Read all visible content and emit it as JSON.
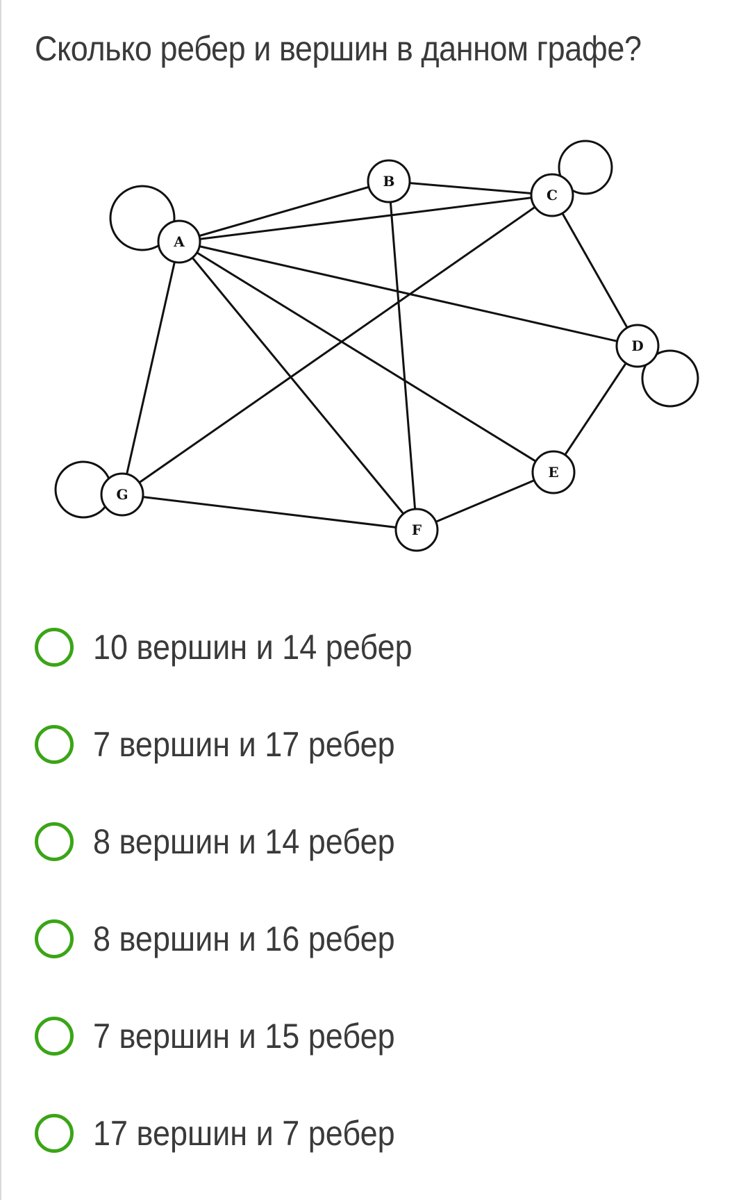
{
  "question": "Сколько ребер и вершин в данном графе?",
  "graph": {
    "nodes": [
      {
        "id": "A",
        "label": "A"
      },
      {
        "id": "B",
        "label": "B"
      },
      {
        "id": "C",
        "label": "C"
      },
      {
        "id": "D",
        "label": "D"
      },
      {
        "id": "E",
        "label": "E"
      },
      {
        "id": "F",
        "label": "F"
      },
      {
        "id": "G",
        "label": "G"
      }
    ],
    "edges": [
      [
        "A",
        "B"
      ],
      [
        "A",
        "C"
      ],
      [
        "B",
        "C"
      ],
      [
        "A",
        "D"
      ],
      [
        "A",
        "E"
      ],
      [
        "A",
        "F"
      ],
      [
        "A",
        "G"
      ],
      [
        "C",
        "D"
      ],
      [
        "D",
        "E"
      ],
      [
        "E",
        "F"
      ],
      [
        "F",
        "G"
      ],
      [
        "G",
        "C"
      ],
      [
        "B",
        "F"
      ]
    ],
    "loops": [
      "A",
      "C",
      "D",
      "G"
    ]
  },
  "answer_options": [
    {
      "label": "10 вершин и 14 ребер"
    },
    {
      "label": "7 вершин и 17 ребер"
    },
    {
      "label": "8 вершин и 14 ребер"
    },
    {
      "label": "8 вершин и 16 ребер"
    },
    {
      "label": "7 вершин и 15 ребер"
    },
    {
      "label": "17 вершин и 7 ребер"
    }
  ],
  "colors": {
    "radio_border": "#3aa516",
    "text": "#3a3a3a"
  }
}
